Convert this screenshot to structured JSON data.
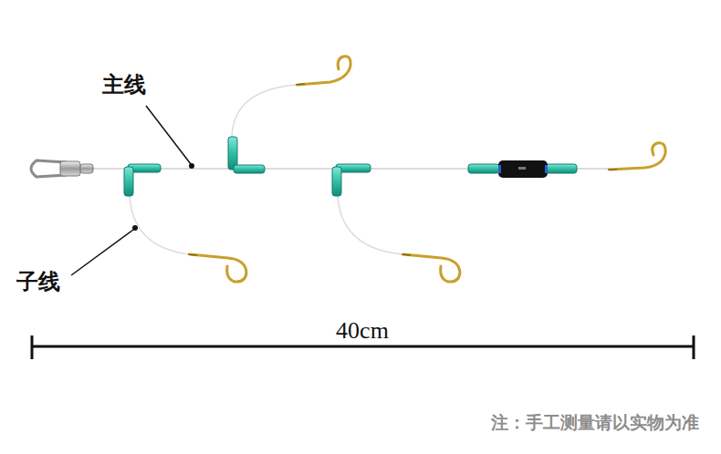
{
  "diagram": {
    "labels": [
      "主线",
      "子线",
      "40cm",
      "注：手工测量请以实物为准"
    ]
  }
}
